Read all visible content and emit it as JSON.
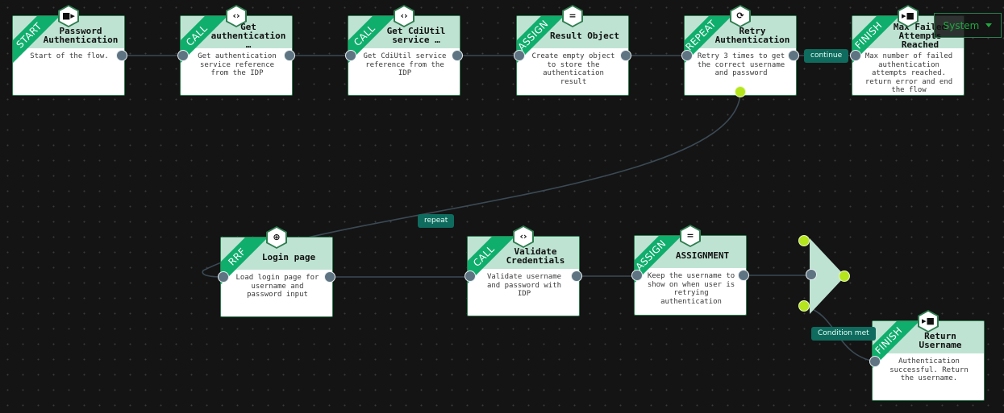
{
  "toolbar": {
    "system_label": "System"
  },
  "nodes": {
    "start": {
      "badge": "START",
      "icon": "■▸",
      "title": "Password Authentication",
      "desc": "Start of the flow."
    },
    "get_auth": {
      "badge": "CALL",
      "icon": "‹›",
      "title": "Get authentication …",
      "desc": "Get authentication service reference from the IDP"
    },
    "get_cdi": {
      "badge": "CALL",
      "icon": "‹›",
      "title": "Get CdiUtil service …",
      "desc": "Get CdiUtil service reference from the IDP"
    },
    "result": {
      "badge": "ASSIGN",
      "icon": "=",
      "title": "Result Object",
      "desc": "Create empty object to store the authentication result"
    },
    "retry": {
      "badge": "REPEAT",
      "icon": "⟳",
      "title": "Retry Authentication",
      "desc": "Retry 3 times to get the correct username and password"
    },
    "maxfail": {
      "badge": "FINISH",
      "icon": "▸■",
      "title": "Max Failed Attempts Reached",
      "desc": "Max number of failed authentication attempts reached. return error and end the flow"
    },
    "login": {
      "badge": "RRF",
      "icon": "⊕",
      "title": "Login page",
      "desc": "Load login page for username and password input"
    },
    "validate": {
      "badge": "CALL",
      "icon": "‹›",
      "title": "Validate Credentials",
      "desc": "Validate username and password with IDP"
    },
    "assign": {
      "badge": "ASSIGN",
      "icon": "=",
      "title": "ASSIGNMENT",
      "desc": "Keep the username to show on when user is retrying authentication"
    },
    "ret": {
      "badge": "FINISH",
      "icon": "▸■",
      "title": "Return Username",
      "desc": "Authentication successful. Return the username."
    }
  },
  "edge_labels": {
    "continue": "continue",
    "repeat": "repeat",
    "condition": "Condition met"
  },
  "icons": {
    "start": "start-icon",
    "call": "code-icon",
    "assign": "equals-icon",
    "repeat": "calendar-repeat-icon",
    "finish": "end-icon",
    "rrf": "globe-icon",
    "system_dropdown": "chevron-down-icon"
  },
  "colors": {
    "node_header": "#bfe3d3",
    "badge": "#0fae6c",
    "edge_label_bg": "#0e6b5e",
    "port": "#5f7482",
    "port_active": "#b5e61d",
    "system_text": "#1fa83f"
  }
}
